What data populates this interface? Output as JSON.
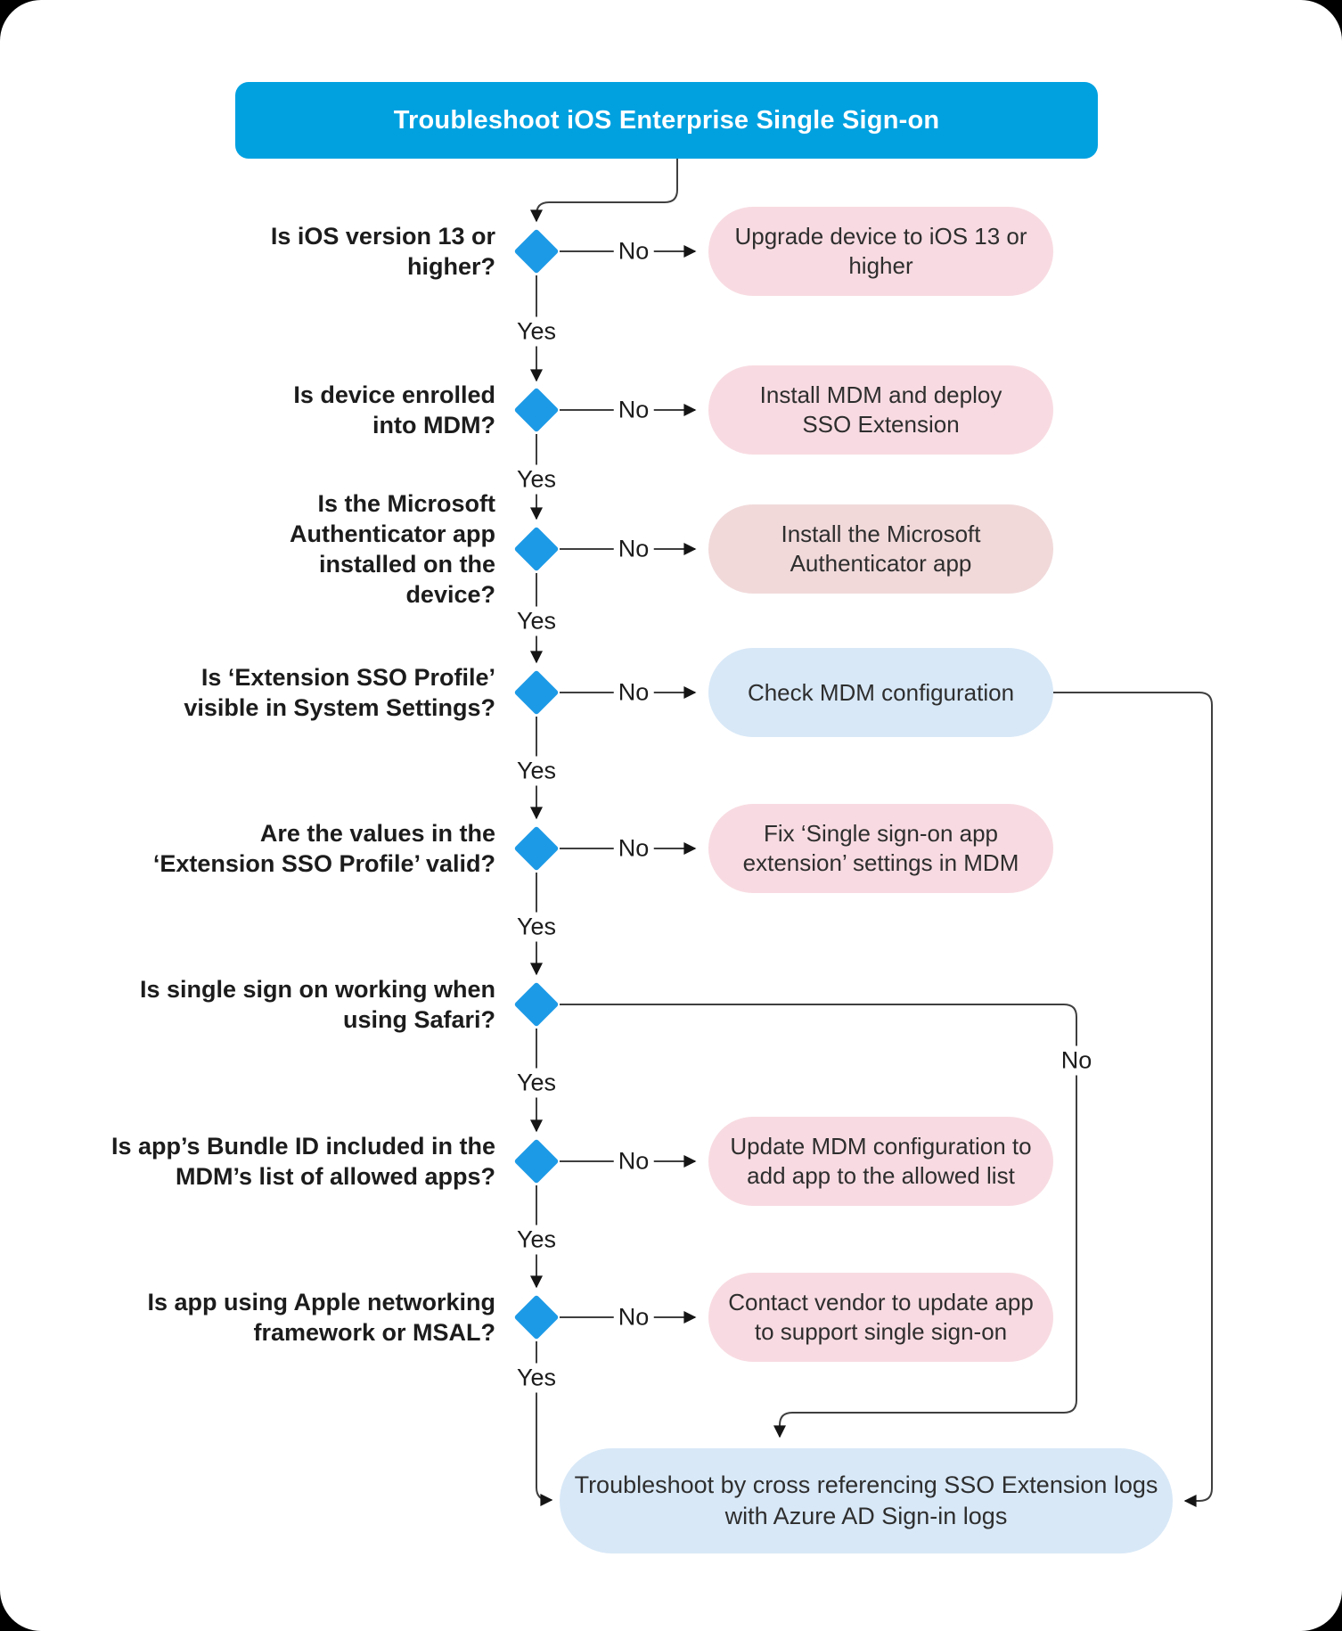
{
  "title": "Troubleshoot iOS Enterprise Single Sign-on",
  "labels": {
    "yes": "Yes",
    "no": "No"
  },
  "colors": {
    "title_bg": "#01a1e0",
    "diamond": "#1d9ae6",
    "pink": "#f8dbe2",
    "muted_pink": "#f1d9da",
    "light_blue": "#d8e8f7",
    "line": "#3f3f3f"
  },
  "rows": [
    {
      "question": "Is iOS version 13 or\nhigher?",
      "result": "Upgrade device to iOS 13 or\nhigher"
    },
    {
      "question": "Is device enrolled\ninto MDM?",
      "result": "Install MDM and deploy\nSSO Extension"
    },
    {
      "question": "Is the Microsoft\nAuthenticator app\ninstalled on the\ndevice?",
      "result": "Install the Microsoft\nAuthenticator app"
    },
    {
      "question": "Is ‘Extension SSO Profile’\nvisible in System Settings?",
      "result": "Check MDM configuration"
    },
    {
      "question": "Are the values in the\n‘Extension SSO Profile’ valid?",
      "result": "Fix ‘Single sign-on app\nextension’ settings in MDM"
    },
    {
      "question": "Is single sign on working when\nusing Safari?"
    },
    {
      "question": "Is app’s Bundle ID included in the\nMDM’s list of allowed apps?",
      "result": "Update MDM configuration to\nadd app to the allowed list"
    },
    {
      "question": "Is app using Apple networking\nframework or MSAL?",
      "result": "Contact vendor to update app\nto support single sign-on"
    }
  ],
  "final_box": "Troubleshoot by cross referencing SSO Extension logs\nwith Azure AD Sign-in logs"
}
